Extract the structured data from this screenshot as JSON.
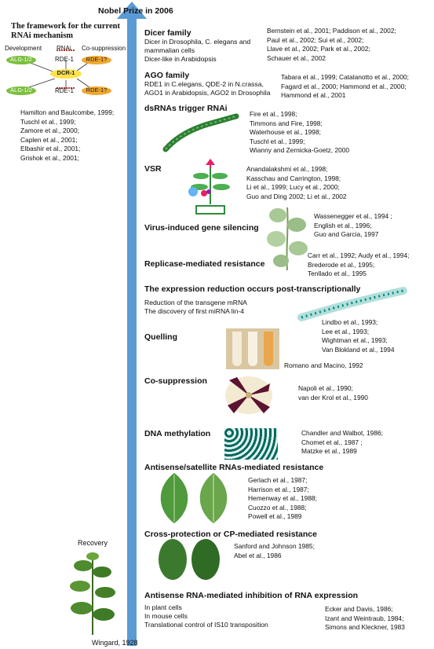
{
  "header": {
    "nobel": "Nobel Prize in 2006"
  },
  "framework": {
    "title_lines": [
      "The framework for the current",
      "RNAi mechanism"
    ],
    "col_labels": [
      "Development",
      "RNAi",
      "Co-suppression"
    ],
    "nodes": {
      "alg_top": "ALG-1/2",
      "rde1_top": "RDE-1",
      "rde1q_top": "RDE-1?",
      "dcr": "DCR-1",
      "alg_bottom": "ALG-1/2",
      "rde1_bottom": "RDE-1",
      "rde1q_bottom": "RDE-1?"
    },
    "citations": [
      "Hamilton and Baulcombe, 1999;",
      "Tuschl et al., 1999;",
      "Zamore et al., 2000;",
      "Caplen et al., 2001;",
      "Elbashir et al., 2001;",
      "Grishok et al., 2001;"
    ]
  },
  "recovery": {
    "label": "Recovery",
    "citation": "Wingard, 1928"
  },
  "milestones": {
    "dicer": {
      "title": "Dicer family",
      "lines": [
        "Dicer in Drosophila, C. elegans and",
        "mammalian cells",
        "Dicer-like in Arabidopsis"
      ],
      "cites": [
        "Bernstein et al., 2001; Paddison et al., 2002;",
        "Paul et al., 2002; Sui et al., 2002;",
        "Llave et al., 2002; Park et al., 2002;",
        "Schauer et al., 2002"
      ]
    },
    "ago": {
      "title": "AGO family",
      "lines": [
        "RDE1 in C.elegans, QDE-2 in N.crassa,",
        "AGO1 in Arabidopsis, AGO2 in Drosophila"
      ],
      "cites": [
        "Tabara et al., 1999; Catalanotto et al., 2000;",
        "Fagard et al., 2000; Hammond et al., 2000;",
        "Hammond et al., 2001"
      ]
    },
    "dsrna": {
      "title": "dsRNAs trigger RNAi",
      "cites": [
        "Fire et al., 1998;",
        "Timmons and Fire, 1998;",
        "Waterhouse et al., 1998;",
        "Tuschl et al., 1999;",
        "Wianny and Zernicka-Goetz, 2000"
      ]
    },
    "vsr": {
      "title": "VSR",
      "cites": [
        "Anandalakshmi et al., 1998;",
        "Kasschau and Carrington, 1998;",
        "Li et al., 1999; Lucy et al., 2000;",
        "Guo and Ding 2002; Li et al., 2002"
      ]
    },
    "vigs": {
      "title": "Virus-induced gene silencing",
      "cites": [
        "Wassenegger et al., 1994 ;",
        "English et al., 1996;",
        "Guo and Garcia, 1997"
      ]
    },
    "replicase": {
      "title": "Replicase-mediated resistance",
      "cites": [
        "Carr et al., 1992; Audy et al., 1994;",
        "Brederode et al., 1995;",
        "Tenllado et al., 1995"
      ]
    },
    "ptgs": {
      "title": "The expression reduction occurs post-transcriptionally",
      "lines": [
        "Reduction of the transgene mRNA",
        "The discovery of first miRNA lin-4"
      ],
      "cites": [
        "Lindbo et al., 1993;",
        "Lee et al., 1993;",
        "Wightman et al., 1993;",
        "Van Blokland et al., 1994"
      ]
    },
    "quelling": {
      "title": "Quelling",
      "cites": [
        "Romano and Macino, 1992"
      ]
    },
    "cosup": {
      "title": "Co-suppression",
      "cites": [
        "Napoli et al., 1990;",
        "van der Krol et al., 1990"
      ]
    },
    "dnameth": {
      "title": "DNA methylation",
      "cites": [
        "Chandler and Walbot, 1986;",
        "Chomet et al., 1987 ;",
        "Matzke et al., 1989"
      ]
    },
    "antisense_sat": {
      "title": "Antisense/satellite RNAs-mediated resistance",
      "cites": [
        "Gerlach et al., 1987;",
        "Harrison et al., 1987;",
        "Hemenway et al., 1988;",
        "Cuozzo et al., 1988;",
        "Powell et al., 1989"
      ]
    },
    "cp": {
      "title": "Cross-protection or CP-mediated resistance",
      "cites": [
        "Sanford and Johnson 1985;",
        "Abel et al., 1986"
      ]
    },
    "antisense_inh": {
      "title": "Antisense RNA-mediated inhibition of RNA expression",
      "lines": [
        "In plant cells",
        "In mouse cells",
        "Translational control of IS10 transposition"
      ],
      "cites": [
        "Ecker and Davis, 1986;",
        "Izant and Weintraub, 1984;",
        "Simons and Kleckner, 1983"
      ]
    }
  }
}
